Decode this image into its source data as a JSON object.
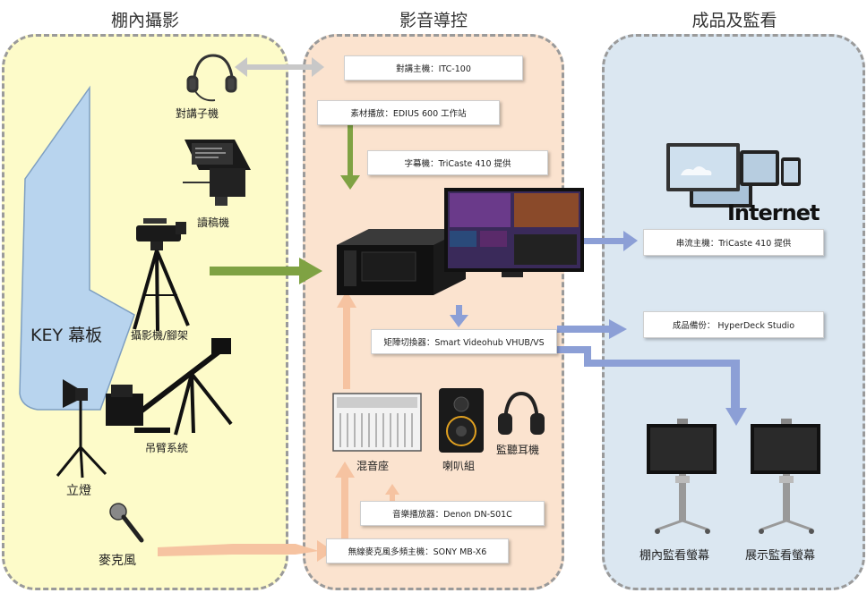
{
  "zones": {
    "studio": "棚內攝影",
    "control": "影音導控",
    "output": "成品及監看"
  },
  "studio": {
    "intercom_headset": "對講子機",
    "teleprompter": "讀稿機",
    "camera_tripod": "攝影機/腳架",
    "crane": "吊臂系統",
    "key_screen": "KEY 幕板",
    "light_stand": "立燈",
    "microphone": "麥克風"
  },
  "control": {
    "intercom_main": "對講主機：ITC-100",
    "playback": "素材播放：EDIUS 600 工作站",
    "subtitle": "字幕機：TriCaste 410 提供",
    "matrix": "矩陣切換器：Smart Videohub VHUB/VS",
    "mixer": "混音座",
    "speakers": "喇叭組",
    "monitor_headphones": "監聽耳機",
    "music_player": "音樂播放器：Denon DN-S01C",
    "wireless_mic": "無線麥克風多頻主機：SONY MB-X6"
  },
  "output": {
    "internet": "Internet",
    "streaming": "串流主機：TriCaste 410 提供",
    "backup": "成品備份： HyperDeck Studio",
    "studio_monitor": "棚內監看螢幕",
    "display_monitor": "展示監看螢幕"
  },
  "colors": {
    "green_arrow": "#7fa243",
    "orange_arrow": "#f6c3a1",
    "blue_arrow": "#8c9fd6",
    "grey_arrow": "#c8c8c8"
  }
}
